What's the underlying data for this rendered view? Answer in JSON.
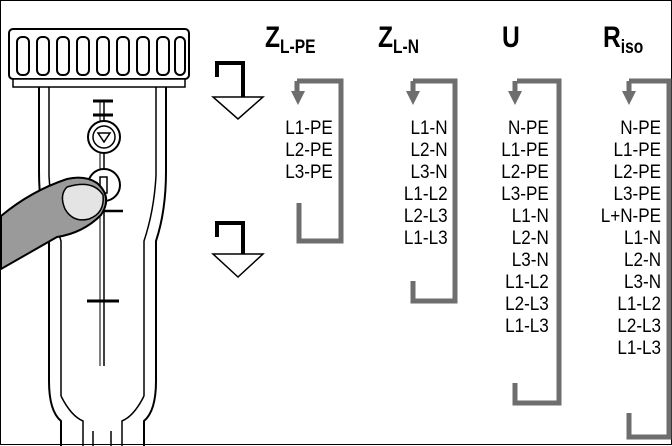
{
  "headers": {
    "zlpe": {
      "main": "Z",
      "sub": "L-PE"
    },
    "zln": {
      "main": "Z",
      "sub": "L-N"
    },
    "u": {
      "main": "U",
      "sub": ""
    },
    "riso": {
      "main": "R",
      "sub": "iso"
    }
  },
  "columns": {
    "zlpe": [
      "L1-PE",
      "L2-PE",
      "L3-PE"
    ],
    "zln": [
      "L1-N",
      "L2-N",
      "L3-N",
      "L1-L2",
      "L2-L3",
      "L1-L3"
    ],
    "u": [
      "N-PE",
      "L1-PE",
      "L2-PE",
      "L3-PE",
      "L1-N",
      "L2-N",
      "L3-N",
      "L1-L2",
      "L2-L3",
      "L1-L3"
    ],
    "riso": [
      "N-PE",
      "L1-PE",
      "L2-PE",
      "L3-PE",
      "L+N-PE",
      "L1-N",
      "L2-N",
      "L3-N",
      "L1-L2",
      "L2-L3",
      "L1-L3"
    ]
  },
  "colors": {
    "line": "#000000",
    "bracket": "#6e6e6e",
    "finger": "#9a9a9a"
  }
}
